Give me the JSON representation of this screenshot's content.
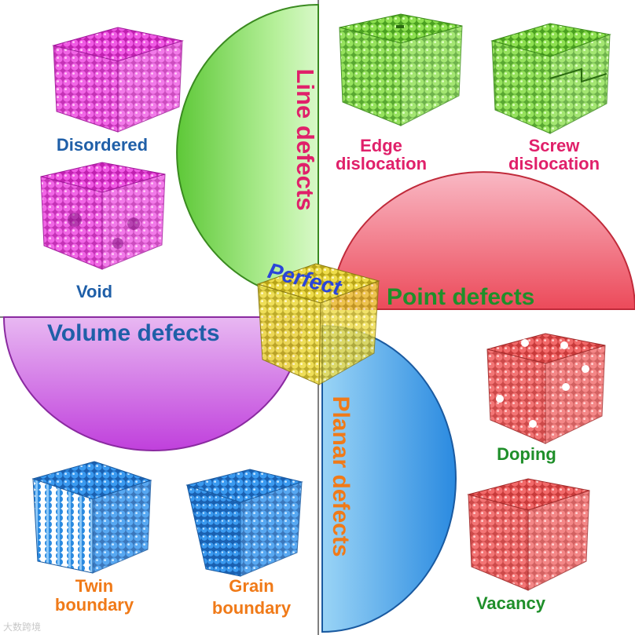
{
  "center": {
    "label": "Perfect",
    "color": "#2a45d8",
    "cube_color": "#e8d43a"
  },
  "categories": {
    "line": {
      "label": "Line defects",
      "color": "#e0206a",
      "fill": "#8fe060"
    },
    "point": {
      "label": "Point defects",
      "color": "#1f8f2a",
      "fill": "#f06a7a"
    },
    "volume": {
      "label": "Volume defects",
      "color": "#1f5fa8",
      "fill": "#d060e0"
    },
    "planar": {
      "label": "Planar defects",
      "color": "#f07a18",
      "fill": "#3aa0ea"
    }
  },
  "examples": {
    "disordered": {
      "label": "Disordered",
      "color": "#1f5fa8",
      "cube_color": "#e030d0"
    },
    "void": {
      "label": "Void",
      "color": "#1f5fa8",
      "cube_color": "#e030d0"
    },
    "edge": {
      "line1": "Edge",
      "line2": "dislocation",
      "color": "#e0206a",
      "cube_color": "#80d040"
    },
    "screw": {
      "line1": "Screw",
      "line2": "dislocation",
      "color": "#e0206a",
      "cube_color": "#80d040"
    },
    "doping": {
      "label": "Doping",
      "color": "#1f8f2a",
      "cube_color": "#ec5a5a"
    },
    "vacancy": {
      "label": "Vacancy",
      "color": "#1f8f2a",
      "cube_color": "#ec5a5a"
    },
    "twin": {
      "line1": "Twin",
      "line2": "boundary",
      "color": "#f07a18",
      "cube_color": "#2a8ae0"
    },
    "grain": {
      "line1": "Grain",
      "line2": "boundary",
      "color": "#f07a18",
      "cube_color": "#2a8ae0"
    }
  },
  "watermark": "大数跨境"
}
